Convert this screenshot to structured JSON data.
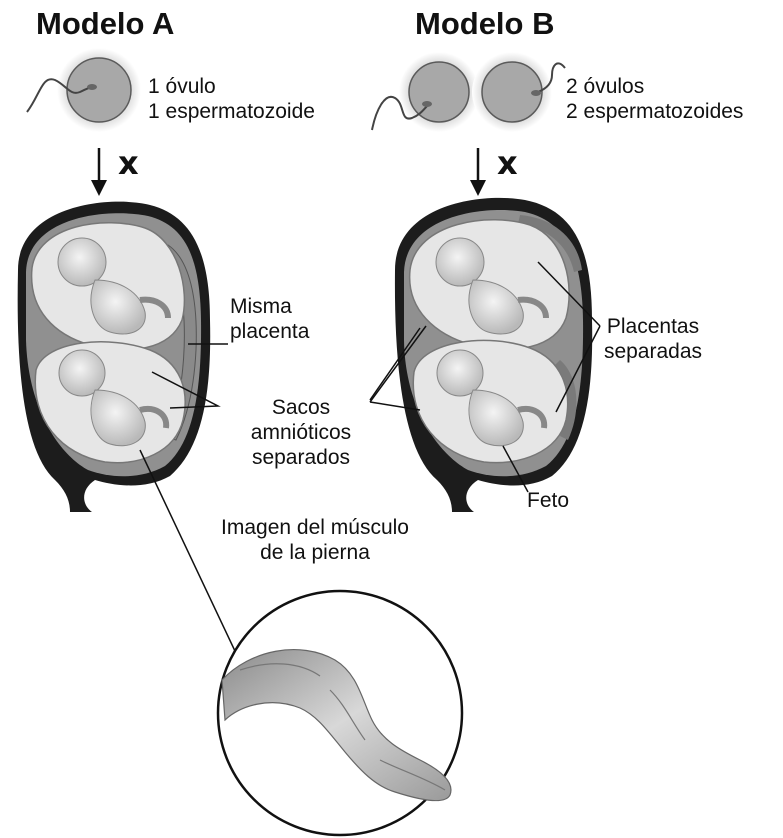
{
  "model_a": {
    "title": "Modelo A",
    "gametes_line1": "1 óvulo",
    "gametes_line2": "1 espermatozoide",
    "cross": "x"
  },
  "model_b": {
    "title": "Modelo B",
    "gametes_line1": "2 óvulos",
    "gametes_line2": "2 espermatozoides",
    "cross": "x"
  },
  "labels": {
    "misma_placenta_1": "Misma",
    "misma_placenta_2": "placenta",
    "sacos_1": "Sacos",
    "sacos_2": "amnióticos",
    "sacos_3": "separados",
    "placentas_1": "Placentas",
    "placentas_2": "separadas",
    "feto": "Feto",
    "imagen_1": "Imagen del músculo",
    "imagen_2": "de la pierna"
  },
  "colors": {
    "ovum_fill": "#a8a8a8",
    "ovum_halo": "#d4d4d4",
    "uterus_dark": "#1c1c1c",
    "placenta": "#8e8e8e",
    "sac": "#e6e6e6"
  }
}
